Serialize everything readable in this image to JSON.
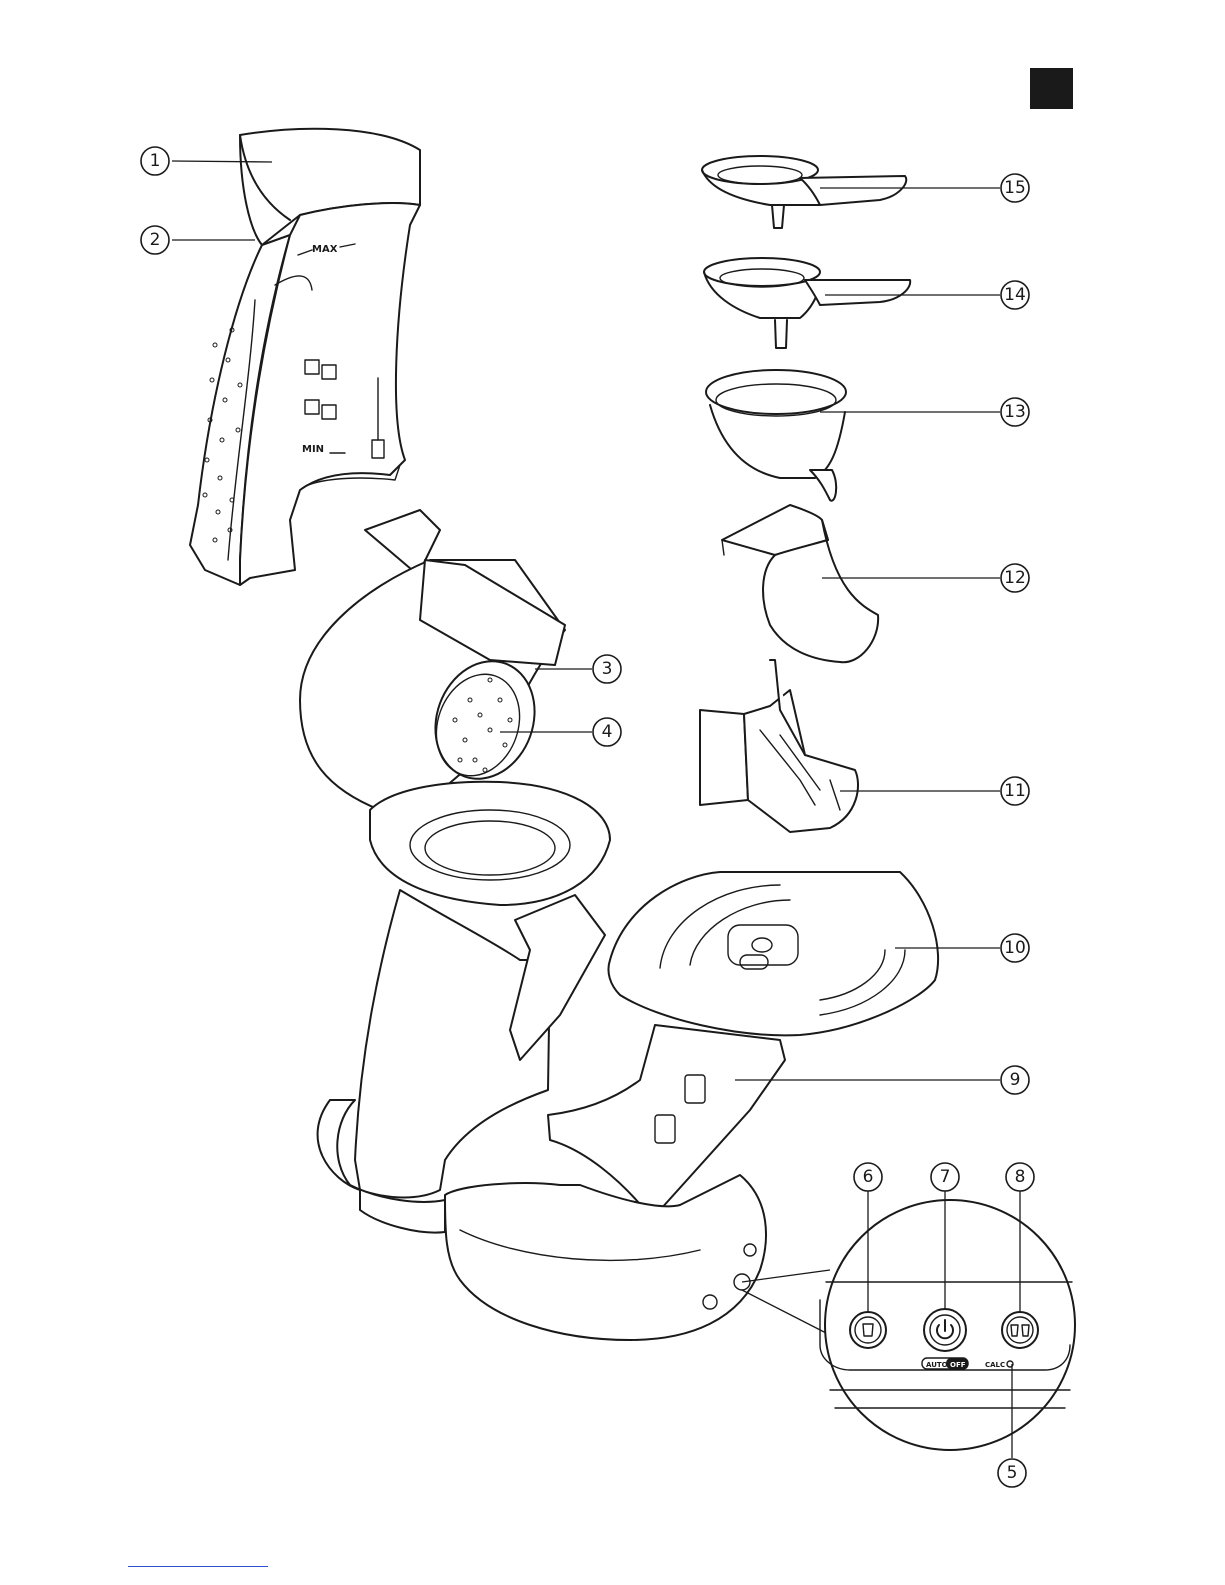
{
  "corner_marker_color": "#1a1a1a",
  "tank_labels": {
    "max": "MAX",
    "min": "MIN"
  },
  "panel_labels": {
    "auto": "AUTO",
    "off": "OFF",
    "calc": "CALC"
  },
  "callouts": [
    {
      "number": "1",
      "part": "water-tank-lid"
    },
    {
      "number": "2",
      "part": "water-tank"
    },
    {
      "number": "3",
      "part": "lid-release"
    },
    {
      "number": "4",
      "part": "water-distribution-disc"
    },
    {
      "number": "5",
      "part": "calc-light"
    },
    {
      "number": "6",
      "part": "one-cup-button"
    },
    {
      "number": "7",
      "part": "on-off-button"
    },
    {
      "number": "8",
      "part": "two-cup-button"
    },
    {
      "number": "9",
      "part": "drip-tray"
    },
    {
      "number": "10",
      "part": "cup-platform"
    },
    {
      "number": "11",
      "part": "coffee-spout"
    },
    {
      "number": "12",
      "part": "coffee-collector"
    },
    {
      "number": "13",
      "part": "pod-holder-seal"
    },
    {
      "number": "14",
      "part": "two-cup-pod-holder"
    },
    {
      "number": "15",
      "part": "one-cup-pod-holder"
    }
  ]
}
